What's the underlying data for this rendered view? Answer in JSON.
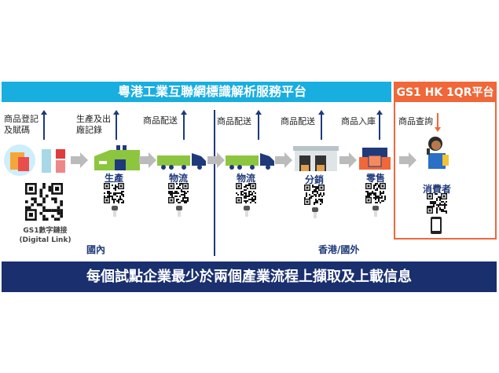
{
  "banner_title": "粵港工業互聯網標識解析服務平台",
  "gs1_title": "GS1 HK 1QR平台",
  "steps": [
    "商品登記\n及賦碼",
    "生產及出\n廠記錄",
    "商品配送",
    "商品配送",
    "商品配送",
    "商品入庫",
    "商品查詢"
  ],
  "stages": [
    "生產",
    "物流",
    "物流",
    "分銷",
    "零售",
    "消費者"
  ],
  "digital_link": {
    "line1": "GS1數字鏈接",
    "line2": "(Digital Link)"
  },
  "regions": {
    "domestic": "國內",
    "overseas": "香港/國外"
  },
  "footer": "每個試點企業最少於兩個產業流程上擷取及上載信息",
  "colors": {
    "banner": "#19aee0",
    "gs1": "#f0673a",
    "navy": "#1a2f6e",
    "green": "#8cc63f"
  }
}
